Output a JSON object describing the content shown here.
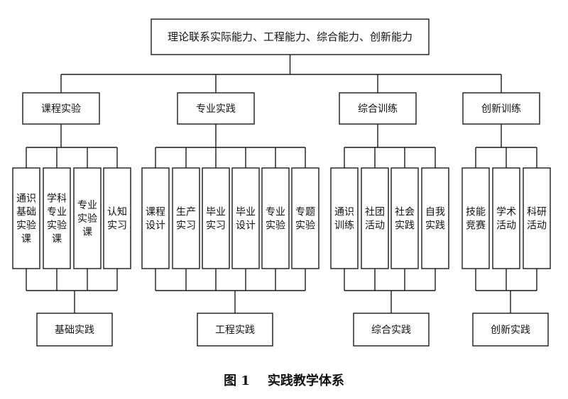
{
  "top": "理论联系实际能力、工程能力、综合能力、创新能力",
  "categories": [
    {
      "label": "课程实验",
      "bottom": "基础实践",
      "items": [
        [
          "通识",
          "基础",
          "实验",
          "课"
        ],
        [
          "学科",
          "专业",
          "实验",
          "课"
        ],
        [
          "专业",
          "实验",
          "课"
        ],
        [
          "认知",
          "实习"
        ]
      ]
    },
    {
      "label": "专业实践",
      "bottom": "工程实践",
      "items": [
        [
          "课程",
          "设计"
        ],
        [
          "生产",
          "实习"
        ],
        [
          "毕业",
          "实习"
        ],
        [
          "毕业",
          "设计"
        ],
        [
          "专业",
          "实验"
        ],
        [
          "专题",
          "实验"
        ]
      ]
    },
    {
      "label": "综合训练",
      "bottom": "综合实践",
      "items": [
        [
          "通识",
          "训练"
        ],
        [
          "社团",
          "活动"
        ],
        [
          "社会",
          "实践"
        ],
        [
          "自我",
          "实践"
        ]
      ]
    },
    {
      "label": "创新训练",
      "bottom": "创新实践",
      "items": [
        [
          "技能",
          "竞赛"
        ],
        [
          "学术",
          "活动"
        ],
        [
          "科研",
          "活动"
        ]
      ]
    }
  ],
  "caption": "图 1    实践教学体系"
}
